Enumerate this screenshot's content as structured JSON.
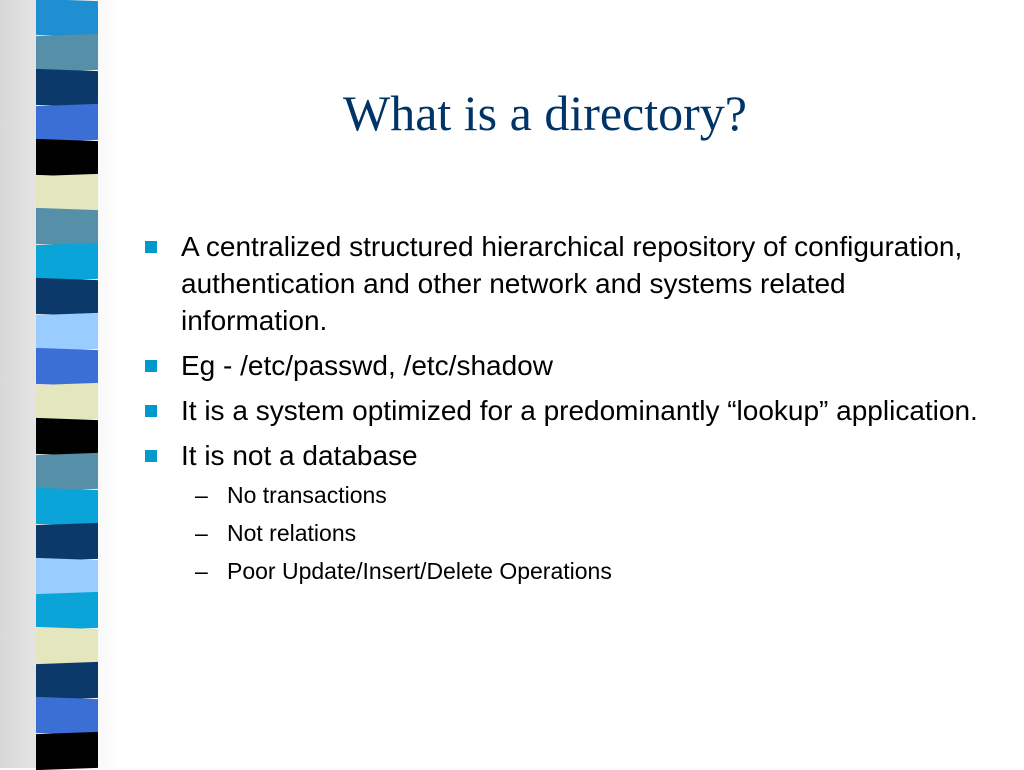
{
  "slide": {
    "title": "What is a directory?",
    "bullets": [
      "A centralized structured hierarchical repository of configuration, authentication and other network and systems related information.",
      "Eg - /etc/passwd, /etc/shadow",
      "It is a system optimized for a predominantly “lookup” application.",
      "It is not a database"
    ],
    "sub_bullets": [
      "No transactions",
      "Not relations",
      "Poor Update/Insert/Delete Operations"
    ],
    "sub_marker": "–"
  },
  "theme": {
    "title_color": "#003366",
    "bullet_color": "#0099cc",
    "stripe_colors": [
      "#1f8fd1",
      "#558fa8",
      "#0b3a6a",
      "#3c6fd6",
      "#000000",
      "#e4e6bd",
      "#558fa8",
      "#0aa4d8",
      "#0b3a6a",
      "#99ccff",
      "#3c6fd6",
      "#e4e6bd",
      "#000000",
      "#558fa8",
      "#0aa4d8",
      "#0b3a6a",
      "#99ccff",
      "#0aa4d8",
      "#e4e6bd",
      "#0b3a6a",
      "#3c6fd6",
      "#000000"
    ]
  }
}
